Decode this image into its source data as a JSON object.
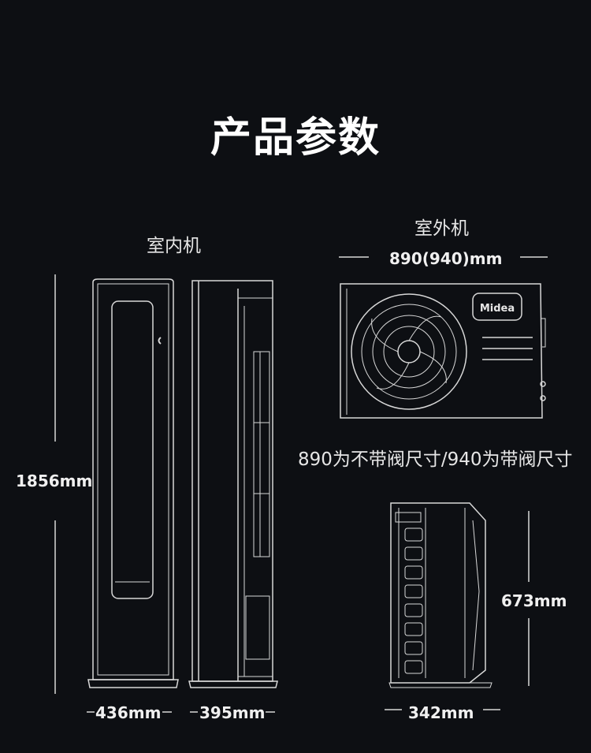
{
  "title": "产品参数",
  "indoor": {
    "label": "室内机",
    "height": "1856mm",
    "width_front": "436mm",
    "width_side": "395mm"
  },
  "outdoor": {
    "label": "室外机",
    "width": "890(940)mm",
    "brand": "Midea",
    "note": "890为不带阀尺寸/940为带阀尺寸",
    "height": "673mm",
    "depth": "342mm"
  }
}
